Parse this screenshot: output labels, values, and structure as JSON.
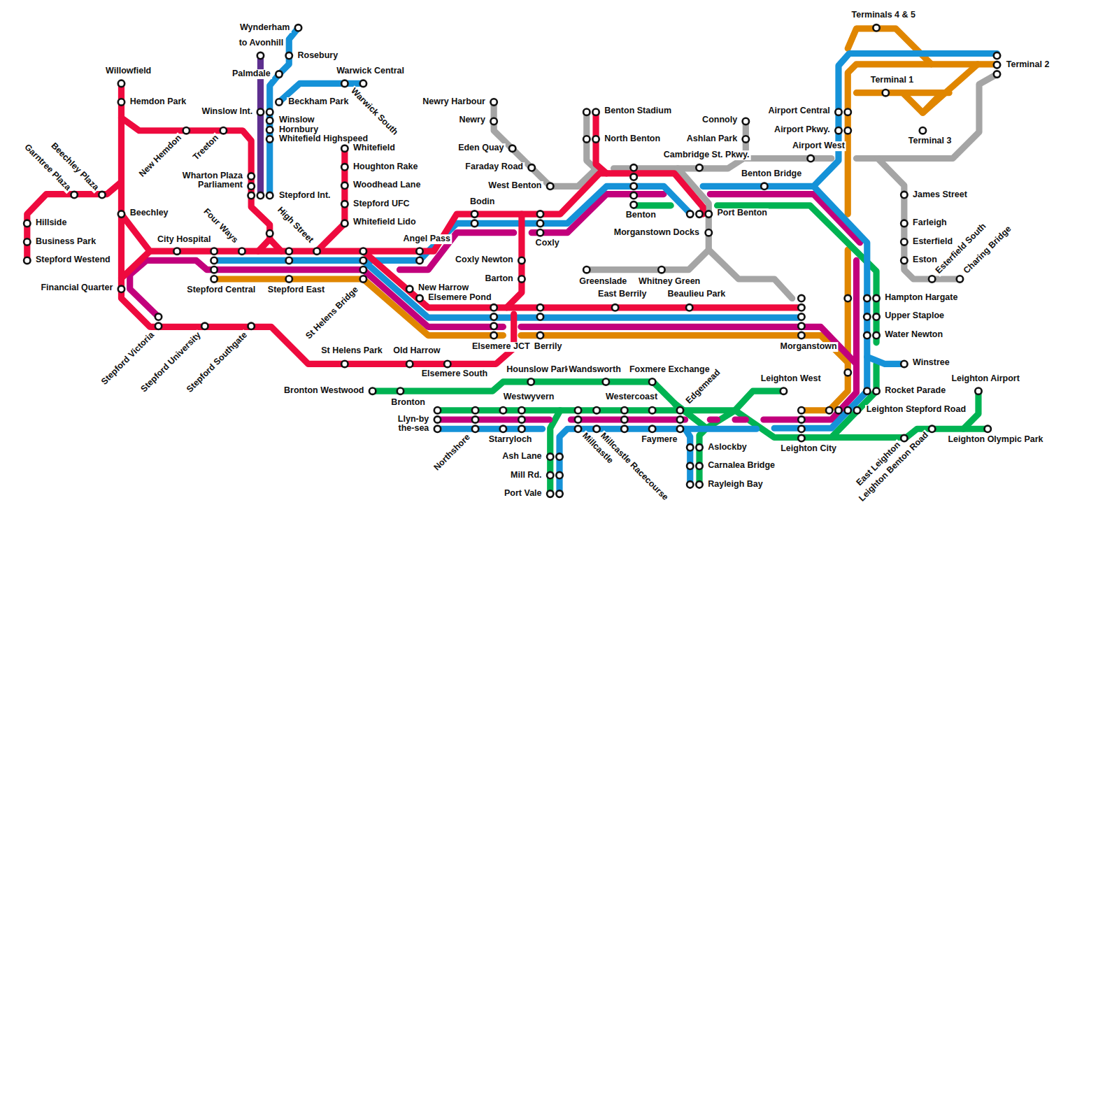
{
  "diagram": {
    "labels": [
      "Wynderham",
      "to Avonhill",
      "Rosebury",
      "Palmdale",
      "Warwick Central",
      "Beckham Park",
      "Warwick South",
      "Winslow Int.",
      "Winslow",
      "Hornbury",
      "Whitefield Highspeed",
      "Willowfield",
      "Hemdon Park",
      "New Hemdon",
      "Treeton",
      "Beechley Plaza",
      "Garntree Plaza",
      "Wharton Plaza",
      "Parliament",
      "Stepford Int.",
      "Whitefield",
      "Houghton Rake",
      "Woodhead Lane",
      "Stepford UFC",
      "Whitefield Lido",
      "Beechley",
      "Hillside",
      "Business Park",
      "Stepford Westend",
      "Four Ways",
      "High Street",
      "City Hospital",
      "Angel Pass",
      "Bodin",
      "Newry Harbour",
      "Newry",
      "Eden Quay",
      "Faraday Road",
      "West Benton",
      "Benton Stadium",
      "North Benton",
      "Connoly",
      "Ashlan Park",
      "Cambridge St. Pkwy.",
      "Airport Central",
      "Airport Pkwy.",
      "Airport West",
      "Terminals 4 & 5",
      "Terminal 1",
      "Terminal 2",
      "Terminal 3",
      "Benton Bridge",
      "Benton",
      "Coxly",
      "Port Benton",
      "Morganstown Docks",
      "James Street",
      "Farleigh",
      "Esterfield",
      "Eston",
      "Esterfield South",
      "Charing Bridge",
      "Coxly Newton",
      "Barton",
      "Greenslade",
      "Whitney Green",
      "East Berrily",
      "Beaulieu Park",
      "Hampton Hargate",
      "Upper Staploe",
      "Water Newton",
      "Winstree",
      "Rocket Parade",
      "Leighton Stepford Road",
      "Morganstown",
      "Stepford Central",
      "Stepford East",
      "St Helens Bridge",
      "New Harrow",
      "Elsemere Pond",
      "Financial Quarter",
      "Elsemere JCT",
      "Berrily",
      "Stepford Victoria",
      "Stepford University",
      "Stepford Southgate",
      "St Helens Park",
      "Old Harrow",
      "Elsemere South",
      "Hounslow Park",
      "Wandsworth",
      "Foxmere Exchange",
      "Bronton Westwood",
      "Bronton",
      "Westwyvern",
      "Westercoast",
      "Edgemead",
      "Leighton West",
      "Leighton Airport",
      "Llyn-by the-sea",
      "Northshore",
      "Starryloch",
      "Ash Lane",
      "Mill Rd.",
      "Port Vale",
      "Millcastle",
      "Millcastle Racecourse",
      "Faymere",
      "Aslockby",
      "Carnalea Bridge",
      "Rayleigh Bay",
      "Leighton City",
      "East Leighton",
      "Leighton Benton Road",
      "Leighton Olympic Park"
    ]
  }
}
